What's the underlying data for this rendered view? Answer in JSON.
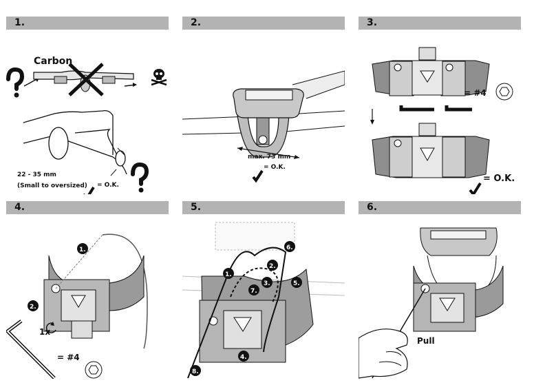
{
  "steps": [
    {
      "number": "1.",
      "texts": {
        "carbon": "Carbon",
        "size_range": "22 - 35 mm",
        "size_note": "(Small to oversized)",
        "ok": "= O.K."
      }
    },
    {
      "number": "2.",
      "texts": {
        "max": "max. 73 mm",
        "ok": "= O.K."
      }
    },
    {
      "number": "3.",
      "texts": {
        "hex": "= #4",
        "ok": "= O.K."
      }
    },
    {
      "number": "4.",
      "texts": {
        "once": "1x",
        "hex": "= #4",
        "badges": [
          "1.",
          "2."
        ]
      }
    },
    {
      "number": "5.",
      "texts": {
        "badges": [
          "1.",
          "2.",
          "3.",
          "4.",
          "5.",
          "6.",
          "7.",
          "8."
        ]
      }
    },
    {
      "number": "6.",
      "texts": {
        "pull": "Pull"
      }
    }
  ],
  "icons": [
    "question-mark-icon",
    "skull-icon",
    "check-mark-icon",
    "hex-key-icon",
    "rotate-icon"
  ]
}
